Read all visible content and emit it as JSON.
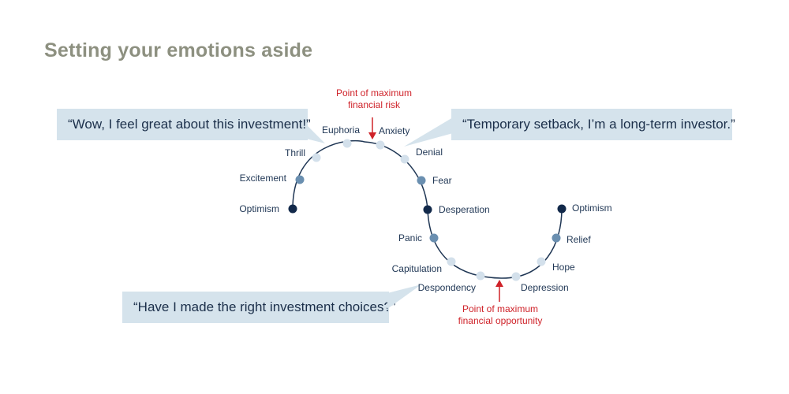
{
  "title": "Setting your emotions aside",
  "quotes": {
    "euphoria": "“Wow, I feel great about this investment!”",
    "denial": "“Temporary setback, I’m a long-term investor.”",
    "despondency": "“Have I made the right investment choices?”"
  },
  "callouts": {
    "max_risk_line1": "Point of maximum",
    "max_risk_line2": "financial risk",
    "max_opportunity_line1": "Point of maximum",
    "max_opportunity_line2": "financial opportunity"
  },
  "stages": [
    "Optimism",
    "Excitement",
    "Thrill",
    "Euphoria",
    "Anxiety",
    "Denial",
    "Fear",
    "Desperation",
    "Panic",
    "Capitulation",
    "Despondency",
    "Depression",
    "Hope",
    "Relief",
    "Optimism"
  ],
  "colors": {
    "dark": "#12294a",
    "medium": "#6a8fb0",
    "light": "#d3e0eb",
    "line": "#1f3654",
    "accent_red": "#cf2229",
    "quote_bg": "#d5e3ec",
    "title": "#8d9080"
  }
}
